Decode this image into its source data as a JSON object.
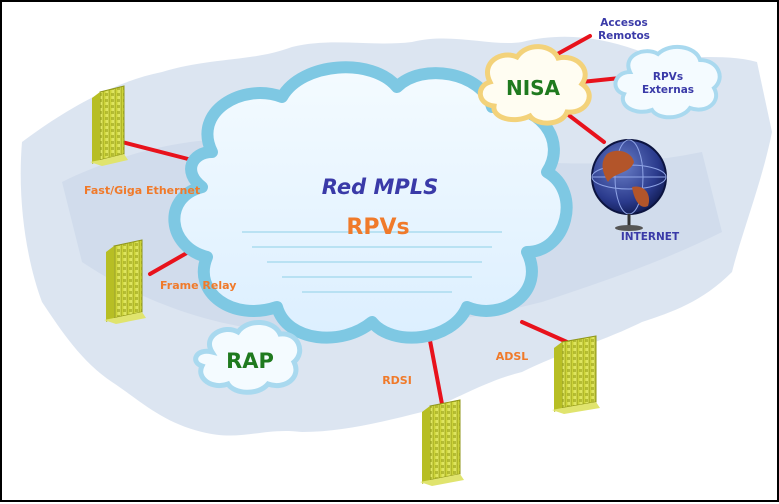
{
  "diagram": {
    "center_title": "Red MPLS",
    "center_subtitle": "RPVs",
    "nisa": "NISA",
    "rap": "RAP",
    "accesos_line1": "Accesos",
    "accesos_line2": "Remotos",
    "rpvs_ext_line1": "RPVs",
    "rpvs_ext_line2": "Externas",
    "internet": "INTERNET",
    "fast_giga": "Fast/Giga Ethernet",
    "frame_relay": "Frame Relay",
    "rdsi": "RDSI",
    "adsl": "ADSL"
  },
  "colors": {
    "link": "#e8121c",
    "map_fill": "#d8e2f0",
    "cloud_stroke": "#7ec8e3",
    "building": "#d8df4a",
    "title_blue": "#3a3aa8",
    "subtitle_orange": "#f07a2a",
    "nisa_green": "#1f7a1f",
    "nisa_border": "#f3d27a"
  }
}
